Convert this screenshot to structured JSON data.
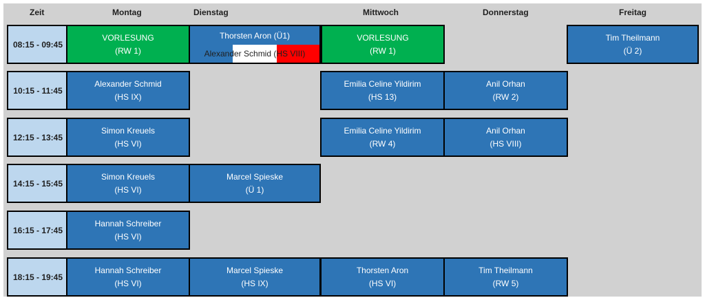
{
  "headers": {
    "zeit": "Zeit",
    "montag": "Montag",
    "dienstag": "Dienstag",
    "mittwoch": "Mittwoch",
    "donnerstag": "Donnerstag",
    "freitag": "Freitag"
  },
  "times": [
    "08:15 - 09:45",
    "10:15 - 11:45",
    "12:15 - 13:45",
    "14:15 - 15:45",
    "16:15 - 17:45",
    "18:15 - 19:45"
  ],
  "colors": {
    "blue": "#2e75b6",
    "green": "#00b050",
    "time_bg": "#bdd7ee",
    "red": "#ff0000",
    "sheet_bg": "#d1d1d1"
  },
  "slots": {
    "s1": {
      "mo": {
        "name": "VORLESUNG",
        "room": "(RW 1)"
      },
      "di_top": "Thorsten Aron (Ü1)",
      "di_bottom": "Alexander Schmid (HS VIII)",
      "mi": {
        "name": "VORLESUNG",
        "room": "(RW 1)"
      },
      "fr": {
        "name": "Tim Theilmann",
        "room": "(Ü 2)"
      }
    },
    "s2": {
      "mo": {
        "name": "Alexander Schmid",
        "room": "(HS IX)"
      },
      "mi": {
        "name": "Emilia Celine Yildirim",
        "room": "(HS 13)"
      },
      "do": {
        "name": "Anil Orhan",
        "room": "(RW 2)"
      }
    },
    "s3": {
      "mo": {
        "name": "Simon Kreuels",
        "room": "(HS VI)"
      },
      "mi": {
        "name": "Emilia Celine Yildirim",
        "room": "(RW 4)"
      },
      "do": {
        "name": "Anil Orhan",
        "room": "(HS VIII)"
      }
    },
    "s4": {
      "mo": {
        "name": "Simon Kreuels",
        "room": "(HS VI)"
      },
      "di": {
        "name": "Marcel Spieske",
        "room": "(Ü 1)"
      }
    },
    "s5": {
      "mo": {
        "name": "Hannah Schreiber",
        "room": "(HS VI)"
      }
    },
    "s6": {
      "mo": {
        "name": "Hannah Schreiber",
        "room": "(HS VI)"
      },
      "di": {
        "name": "Marcel Spieske",
        "room": "(HS IX)"
      },
      "mi": {
        "name": "Thorsten Aron",
        "room": "(HS VI)"
      },
      "do": {
        "name": "Tim Theilmann",
        "room": "(RW 5)"
      }
    }
  }
}
